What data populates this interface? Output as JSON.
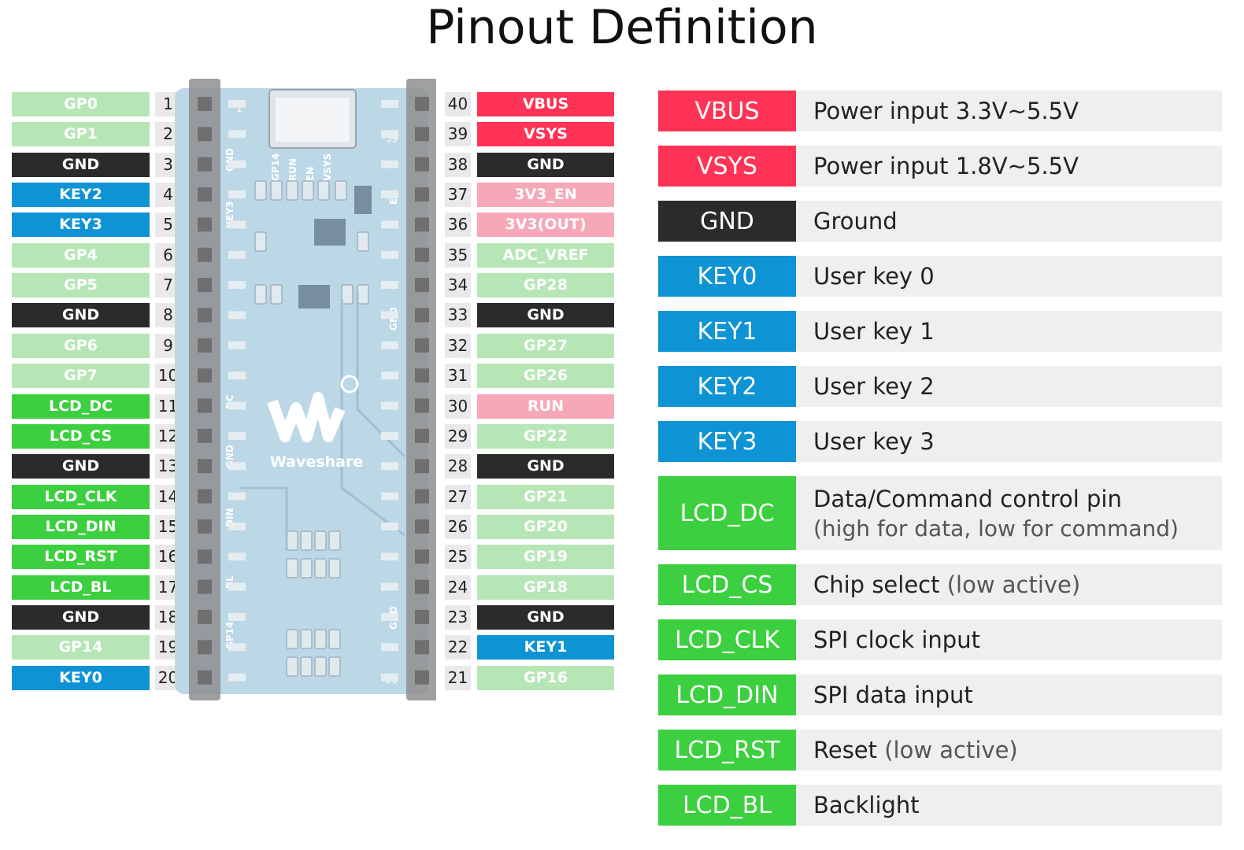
{
  "title": "Pinout Definition",
  "colors": {
    "power": "#ff3355",
    "gnd": "#2b2b2b",
    "key": "#0e93d4",
    "lcd": "#3ccf3f",
    "gpio_light": "#b6e6b6",
    "pink_light": "#f7a8b8"
  },
  "board": {
    "brand": "Waveshare",
    "top_left_marker": "1",
    "top_right_marker": "39",
    "bottom_right_marker": "21",
    "silk_left": [
      "GND",
      "KEY3",
      "DC",
      "GND",
      "DIN",
      "BL",
      "GP14"
    ],
    "silk_top": [
      "GP14",
      "RUN",
      "EN",
      "VSYS"
    ],
    "silk_right": [
      "EN",
      "GND",
      "GND"
    ]
  },
  "left_pins": [
    {
      "num": "1",
      "name": "GP0",
      "kind": "gpio_light"
    },
    {
      "num": "2",
      "name": "GP1",
      "kind": "gpio_light"
    },
    {
      "num": "3",
      "name": "GND",
      "kind": "gnd"
    },
    {
      "num": "4",
      "name": "KEY2",
      "kind": "key"
    },
    {
      "num": "5",
      "name": "KEY3",
      "kind": "key"
    },
    {
      "num": "6",
      "name": "GP4",
      "kind": "gpio_light"
    },
    {
      "num": "7",
      "name": "GP5",
      "kind": "gpio_light"
    },
    {
      "num": "8",
      "name": "GND",
      "kind": "gnd"
    },
    {
      "num": "9",
      "name": "GP6",
      "kind": "gpio_light"
    },
    {
      "num": "10",
      "name": "GP7",
      "kind": "gpio_light"
    },
    {
      "num": "11",
      "name": "LCD_DC",
      "kind": "lcd"
    },
    {
      "num": "12",
      "name": "LCD_CS",
      "kind": "lcd"
    },
    {
      "num": "13",
      "name": "GND",
      "kind": "gnd"
    },
    {
      "num": "14",
      "name": "LCD_CLK",
      "kind": "lcd"
    },
    {
      "num": "15",
      "name": "LCD_DIN",
      "kind": "lcd"
    },
    {
      "num": "16",
      "name": "LCD_RST",
      "kind": "lcd"
    },
    {
      "num": "17",
      "name": "LCD_BL",
      "kind": "lcd"
    },
    {
      "num": "18",
      "name": "GND",
      "kind": "gnd"
    },
    {
      "num": "19",
      "name": "GP14",
      "kind": "gpio_light"
    },
    {
      "num": "20",
      "name": "KEY0",
      "kind": "key"
    }
  ],
  "right_pins": [
    {
      "num": "40",
      "name": "VBUS",
      "kind": "power"
    },
    {
      "num": "39",
      "name": "VSYS",
      "kind": "power"
    },
    {
      "num": "38",
      "name": "GND",
      "kind": "gnd"
    },
    {
      "num": "37",
      "name": "3V3_EN",
      "kind": "pink_light"
    },
    {
      "num": "36",
      "name": "3V3(OUT)",
      "kind": "pink_light"
    },
    {
      "num": "35",
      "name": "ADC_VREF",
      "kind": "gpio_light"
    },
    {
      "num": "34",
      "name": "GP28",
      "kind": "gpio_light"
    },
    {
      "num": "33",
      "name": "GND",
      "kind": "gnd"
    },
    {
      "num": "32",
      "name": "GP27",
      "kind": "gpio_light"
    },
    {
      "num": "31",
      "name": "GP26",
      "kind": "gpio_light"
    },
    {
      "num": "30",
      "name": "RUN",
      "kind": "pink_light"
    },
    {
      "num": "29",
      "name": "GP22",
      "kind": "gpio_light"
    },
    {
      "num": "28",
      "name": "GND",
      "kind": "gnd"
    },
    {
      "num": "27",
      "name": "GP21",
      "kind": "gpio_light"
    },
    {
      "num": "26",
      "name": "GP20",
      "kind": "gpio_light"
    },
    {
      "num": "25",
      "name": "GP19",
      "kind": "gpio_light"
    },
    {
      "num": "24",
      "name": "GP18",
      "kind": "gpio_light"
    },
    {
      "num": "23",
      "name": "GND",
      "kind": "gnd"
    },
    {
      "num": "22",
      "name": "KEY1",
      "kind": "key"
    },
    {
      "num": "21",
      "name": "GP16",
      "kind": "gpio_light"
    }
  ],
  "definitions": [
    {
      "name": "VBUS",
      "kind": "power",
      "desc": "Power input 3.3V~5.5V",
      "note": "",
      "sub": ""
    },
    {
      "name": "VSYS",
      "kind": "power",
      "desc": "Power input 1.8V~5.5V",
      "note": "",
      "sub": ""
    },
    {
      "name": "GND",
      "kind": "gnd",
      "desc": "Ground",
      "note": "",
      "sub": ""
    },
    {
      "name": "KEY0",
      "kind": "key",
      "desc": "User key 0",
      "note": "",
      "sub": ""
    },
    {
      "name": "KEY1",
      "kind": "key",
      "desc": "User key 1",
      "note": "",
      "sub": ""
    },
    {
      "name": "KEY2",
      "kind": "key",
      "desc": "User key 2",
      "note": "",
      "sub": ""
    },
    {
      "name": "KEY3",
      "kind": "key",
      "desc": "User key 3",
      "note": "",
      "sub": ""
    },
    {
      "name": "LCD_DC",
      "kind": "lcd",
      "desc": "Data/Command control pin",
      "note": "",
      "sub": "(high for data, low for command)"
    },
    {
      "name": "LCD_CS",
      "kind": "lcd",
      "desc": "Chip select",
      "note": " (low active)",
      "sub": ""
    },
    {
      "name": "LCD_CLK",
      "kind": "lcd",
      "desc": "SPI clock input",
      "note": "",
      "sub": ""
    },
    {
      "name": "LCD_DIN",
      "kind": "lcd",
      "desc": "SPI data input",
      "note": "",
      "sub": ""
    },
    {
      "name": "LCD_RST",
      "kind": "lcd",
      "desc": "Reset",
      "note": " (low active)",
      "sub": ""
    },
    {
      "name": "LCD_BL",
      "kind": "lcd",
      "desc": "Backlight",
      "note": "",
      "sub": ""
    }
  ]
}
